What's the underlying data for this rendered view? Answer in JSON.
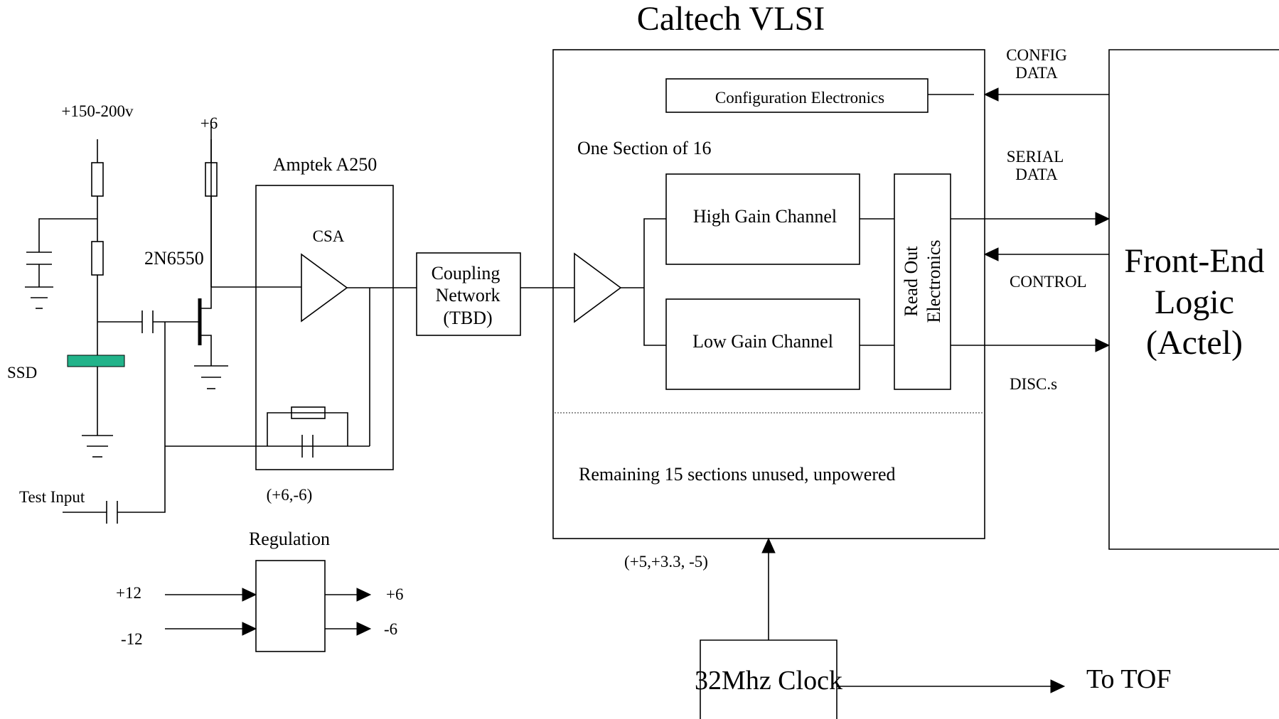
{
  "labels": {
    "caltech_vlsi": "Caltech VLSI",
    "hv_supply": "+150-200v",
    "plus6_top": "+6",
    "amptek": "Amptek A250",
    "csa": "CSA",
    "transistor": "2N6550",
    "ssd": "SSD",
    "test_input": "Test Input",
    "amptek_power": "(+6,-6)",
    "regulation": "Regulation",
    "reg_in_plus": "+12",
    "reg_in_minus": "-12",
    "reg_out_plus": "+6",
    "reg_out_minus": "-6",
    "coupling_line1": "Coupling",
    "coupling_line2": "Network",
    "coupling_line3": "(TBD)",
    "config_electronics": "Configuration Electronics",
    "one_section": "One Section of 16",
    "high_gain": "High Gain Channel",
    "low_gain": "Low Gain Channel",
    "readout_line1": "Read Out",
    "readout_line2": "Electronics",
    "remaining": "Remaining 15  sections unused, unpowered",
    "vlsi_power": "(+5,+3.3, -5)",
    "config_data_line1": "CONFIG",
    "config_data_line2": "DATA",
    "serial_data_line1": "SERIAL",
    "serial_data_line2": "DATA",
    "control": "CONTROL",
    "disc": "DISC.s",
    "frontend_line1": "Front-End",
    "frontend_line2": "Logic",
    "frontend_line3": "(Actel)",
    "clock": "32Mhz Clock",
    "to_tof": "To TOF"
  }
}
